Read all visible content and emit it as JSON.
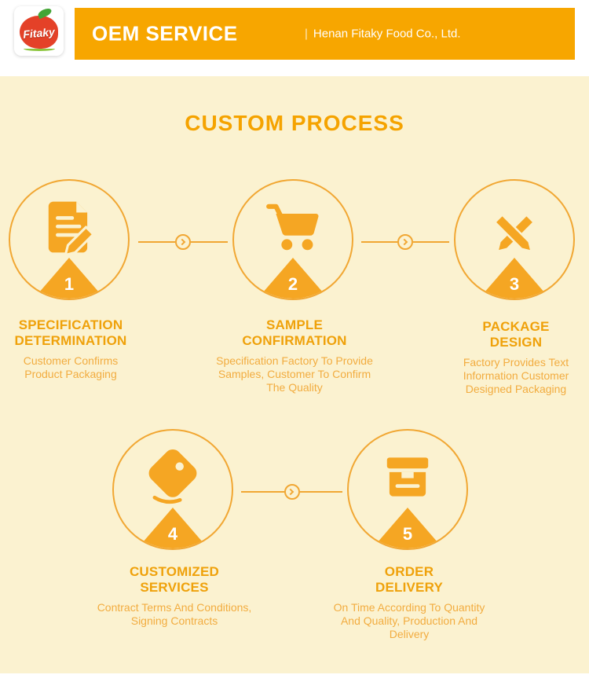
{
  "colors": {
    "banner_orange": "#F7A600",
    "cream_background": "#FBF2D0",
    "icon_orange": "#F5A623",
    "circle_border": "#F1A733",
    "section_title": "#F5A300",
    "heading_text": "#EFA10A",
    "description_text": "#F2AC3F",
    "number_text": "#FFFFFF",
    "logo_red": "#E44128",
    "logo_green": "#43A536"
  },
  "header": {
    "logo_text": "Fitaky",
    "banner_title": "OEM SERVICE",
    "divider": "|",
    "company_name": "Henan Fitaky Food Co., Ltd."
  },
  "section": {
    "title": "CUSTOM PROCESS"
  },
  "icons": {
    "step1": "document-pencil-icon",
    "step2": "shopping-cart-icon",
    "step3": "design-pencils-icon",
    "step4": "price-tag-icon",
    "step5": "package-box-icon",
    "connector": "chevron-right-icon"
  },
  "steps": [
    {
      "number": "1",
      "title_line1": "SPECIFICATION",
      "title_line2": "DETERMINATION",
      "description": "Customer Confirms Product Packaging"
    },
    {
      "number": "2",
      "title_line1": "SAMPLE",
      "title_line2": "CONFIRMATION",
      "description": "Specification Factory To Provide Samples, Customer To Confirm The Quality"
    },
    {
      "number": "3",
      "title_line1": "PACKAGE",
      "title_line2": "DESIGN",
      "description": "Factory Provides Text Information Customer Designed Packaging"
    },
    {
      "number": "4",
      "title_line1": "CUSTOMIZED",
      "title_line2": "SERVICES",
      "description": "Contract Terms And Conditions, Signing Contracts"
    },
    {
      "number": "5",
      "title_line1": "ORDER",
      "title_line2": "DELIVERY",
      "description": "On Time According To Quantity And Quality, Production And Delivery"
    }
  ]
}
